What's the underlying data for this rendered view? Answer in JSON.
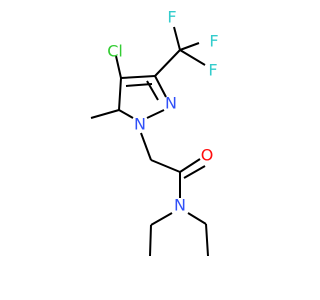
{
  "molecule": {
    "atoms": {
      "cl": {
        "label": "Cl",
        "color": "#33cc33"
      },
      "f1": {
        "label": "F",
        "color": "#33cccc"
      },
      "f2": {
        "label": "F",
        "color": "#33cccc"
      },
      "f3": {
        "label": "F",
        "color": "#33cccc"
      },
      "n_ring": {
        "label": "N",
        "color": "#3050f8"
      },
      "n1": {
        "label": "N",
        "color": "#3050f8"
      },
      "o": {
        "label": "O",
        "color": "#ff0d0d"
      },
      "n_amide": {
        "label": "N",
        "color": "#3050f8"
      }
    },
    "bond_color": "#000000",
    "background": "#ffffff"
  }
}
